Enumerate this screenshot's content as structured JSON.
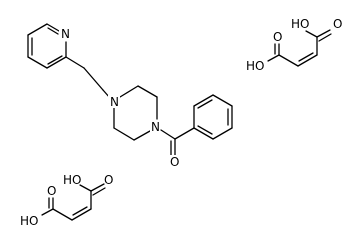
{
  "labels": {
    "pyridine_n": "N",
    "piperazine_n1": "N",
    "piperazine_n2": "N",
    "carbonyl_o": "O",
    "maleic1_ho": "HO",
    "maleic1_o_top": "O",
    "maleic1_o_left": "O",
    "maleic1_ho_left": "HO",
    "maleic2_ho": "HO",
    "maleic2_o_top": "O",
    "maleic2_o_left": "O",
    "maleic2_ho_left": "HO"
  },
  "colors": {
    "bond": "#000000",
    "text": "#000000",
    "background": "#ffffff"
  }
}
